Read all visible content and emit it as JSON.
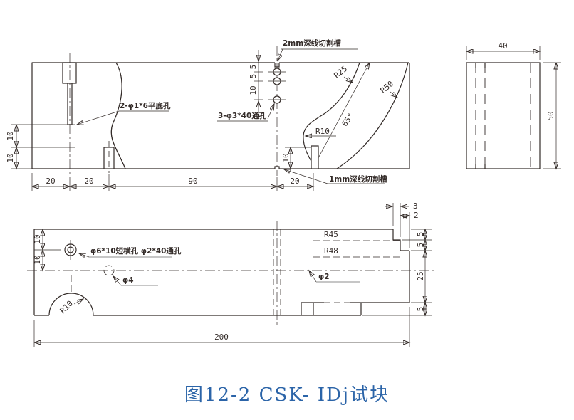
{
  "colors": {
    "line": "#332b28",
    "caption": "#2b64a8",
    "leader_underline_gray": "#8e8e8e",
    "background": "#ffffff"
  },
  "caption": {
    "text": "图12-2  CSK- IDj试块"
  },
  "top_view": {
    "label_groove_2mm": "2mm深线切割槽",
    "label_flat_bottom_holes": "2-φ1*6平底孔",
    "label_through_holes": "3-φ3*40通孔",
    "label_groove_1mm": "1mm深线切割槽",
    "r25": "R25",
    "r50": "R50",
    "r10": "R10",
    "angle_65": "65°",
    "dim_5a": "5",
    "dim_5b": "5",
    "dim_10_holes": "10",
    "dim_10_left_a": "10",
    "dim_10_left_b": "10",
    "dim_10_slot": "10",
    "dim_20a": "20",
    "dim_20b": "20",
    "dim_90": "90",
    "dim_20c": "20"
  },
  "end_view": {
    "dim_40": "40",
    "dim_50": "50"
  },
  "bottom_view": {
    "label_side_holes": "φ6*10短横孔 φ2*40通孔",
    "label_phi4": "φ4",
    "label_phi2": "φ2",
    "r10": "R10",
    "r45": "R45",
    "r48": "R48",
    "dim_10a": "10",
    "dim_10b": "10",
    "dim_3": "3",
    "dim_2": "2",
    "dim_5a": "5",
    "dim_5b": "5",
    "dim_25": "25",
    "dim_5c": "5",
    "dim_200": "200"
  }
}
